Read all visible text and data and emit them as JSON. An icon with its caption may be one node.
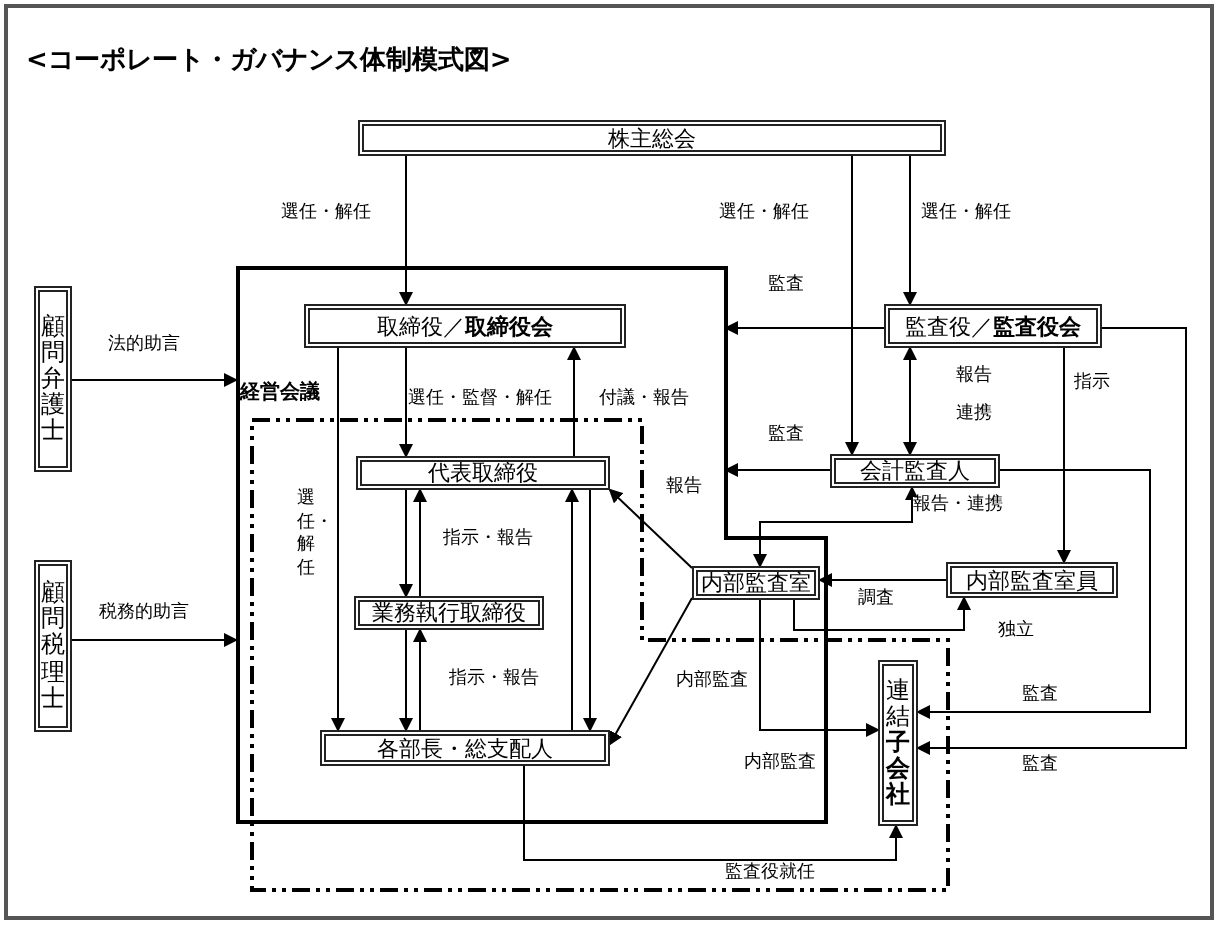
{
  "diagram": {
    "title": "<コーポレート・ガバナンス体制模式図>",
    "nodes": [
      {
        "text": [
          "株主総会"
        ]
      },
      {
        "text": [
          "顧問弁護士"
        ]
      },
      {
        "text": [
          "顧問税理士"
        ]
      },
      {
        "text": [],
        "shape": "box"
      },
      {
        "text": [
          "取締役／**取締役会**"
        ],
        "in": 3
      },
      {
        "text": [
          "監査役／**監査役会**"
        ]
      },
      {
        "text": [],
        "shape": "box"
      },
      {
        "text": [
          "代表取締役"
        ]
      },
      {
        "text": [
          "会計監査人"
        ]
      },
      {
        "text": [
          "業務執行取締役"
        ]
      },
      {
        "text": [
          "内部監査室"
        ],
        "in": 3
      },
      {
        "text": [
          "内部監査室員"
        ]
      },
      {
        "text": [
          "各部長・総支配人"
        ]
      },
      {
        "text": [
          "連結**子会社**"
        ],
        "in": 6
      }
    ],
    "edges": [
      {
        "from": 0,
        "to": 4,
        "arrow": "to",
        "label": "選任・解任"
      },
      {
        "from": 0,
        "to": 8,
        "arrow": "to",
        "label": "選任・解任"
      },
      {
        "from": 0,
        "to": 5,
        "arrow": "to",
        "label": "選任・解任"
      },
      {
        "from": 1,
        "to": 3,
        "arrow": "to",
        "label": "法的助言"
      },
      {
        "from": 2,
        "to": 3,
        "arrow": "to",
        "label": "税務的助言"
      },
      {
        "from": 5,
        "to": 3,
        "arrow": "to",
        "label": "監査"
      },
      {
        "from": 8,
        "to": 3,
        "arrow": "to",
        "label": "監査"
      },
      {
        "from": 5,
        "to": 8,
        "arrow": "both",
        "label": "報告連携"
      },
      {
        "from": 4,
        "to": 7,
        "arrow": "to",
        "label": "選任・監督・解任"
      },
      {
        "from": 7,
        "to": 4,
        "arrow": "to",
        "label": "付議・報告"
      },
      {
        "from": 4,
        "to": 12,
        "arrow": "to",
        "label": "選任・解任"
      },
      {
        "from": 7,
        "to": 9,
        "arrow": "to",
        "label": "指示・報告"
      },
      {
        "from": 9,
        "to": 7,
        "arrow": "to"
      },
      {
        "from": 9,
        "to": 12,
        "arrow": "to",
        "label": "指示・報告"
      },
      {
        "from": 12,
        "to": 9,
        "arrow": "to"
      },
      {
        "from": 12,
        "to": 7,
        "arrow": "to"
      },
      {
        "from": 7,
        "to": 12,
        "arrow": "to"
      },
      {
        "from": 10,
        "to": 7,
        "arrow": "to",
        "label": "報告"
      },
      {
        "from": 10,
        "to": 12,
        "arrow": "to",
        "label": "内部監査"
      },
      {
        "from": 10,
        "to": 13,
        "arrow": "to",
        "label": "内部監査"
      },
      {
        "from": 10,
        "to": 11,
        "arrow": "to",
        "label": "独立"
      },
      {
        "from": 11,
        "to": 10,
        "arrow": "to",
        "label": "調査"
      },
      {
        "from": 8,
        "to": 10,
        "arrow": "both",
        "label": "報告・連携"
      },
      {
        "from": 5,
        "to": 11,
        "arrow": "to",
        "label": "指示"
      },
      {
        "from": 8,
        "to": 13,
        "arrow": "to",
        "label": "監査"
      },
      {
        "from": 5,
        "to": 13,
        "arrow": "to",
        "label": "監査"
      },
      {
        "from": 12,
        "to": 13,
        "arrow": "to",
        "label": "監査役就任"
      }
    ],
    "labels": [
      "経営会議"
    ]
  }
}
